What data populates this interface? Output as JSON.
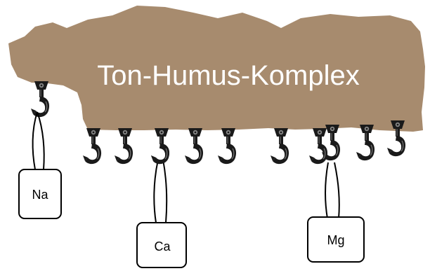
{
  "title": "Ton-Humus-Komplex",
  "colors": {
    "complex": "#A78B6E",
    "hook": "#1a1a1a",
    "box_border": "#000000",
    "background": "#ffffff"
  },
  "hook_count": 11,
  "ions": [
    {
      "label": "Na",
      "icon": "hanging-cation-box"
    },
    {
      "label": "Ca",
      "icon": "hanging-cation-box"
    },
    {
      "label": "Mg",
      "icon": "hanging-cation-box"
    }
  ]
}
